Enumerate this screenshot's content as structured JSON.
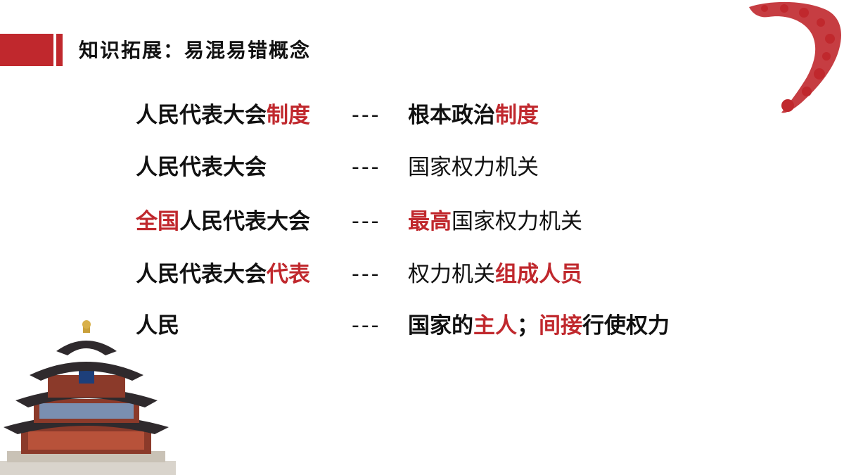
{
  "slide": {
    "title": "知识拓展：易混易错概念",
    "accent_color": "#c0282d",
    "rows": [
      {
        "left": [
          {
            "text": "人民代表大会",
            "hl": false
          },
          {
            "text": "制度",
            "hl": true
          }
        ],
        "dash": "---",
        "right": [
          {
            "text": "根本政治",
            "hl": false
          },
          {
            "text": "制度",
            "hl": true
          }
        ],
        "right_bold": true
      },
      {
        "left": [
          {
            "text": "人民代表大会",
            "hl": false
          }
        ],
        "dash": "---",
        "right": [
          {
            "text": "国家权力机关",
            "hl": false
          }
        ],
        "right_bold": false
      },
      {
        "left": [
          {
            "text": "全国",
            "hl": true
          },
          {
            "text": "人民代表大会",
            "hl": false
          }
        ],
        "dash": "---",
        "right": [
          {
            "text": "最高",
            "hl": true
          },
          {
            "text": "国家权力机关",
            "hl": false
          }
        ],
        "right_bold": false
      },
      {
        "left": [
          {
            "text": "人民代表大会",
            "hl": false
          },
          {
            "text": "代表",
            "hl": true
          }
        ],
        "dash": "---",
        "right": [
          {
            "text": "权力机关",
            "hl": false
          },
          {
            "text": "组成人员",
            "hl": true
          }
        ],
        "right_bold": false
      },
      {
        "left": [
          {
            "text": "人民",
            "hl": false
          }
        ],
        "dash": "---",
        "right": [
          {
            "text": "国家的",
            "hl": false
          },
          {
            "text": "主人",
            "hl": true
          },
          {
            "text": "；",
            "hl": false
          },
          {
            "text": "间接",
            "hl": true
          },
          {
            "text": "行使权力",
            "hl": false
          }
        ],
        "right_bold": true
      }
    ],
    "decorations": {
      "top_right": "red-papercut-ornament",
      "bottom_left": "temple-of-heaven-image"
    }
  }
}
